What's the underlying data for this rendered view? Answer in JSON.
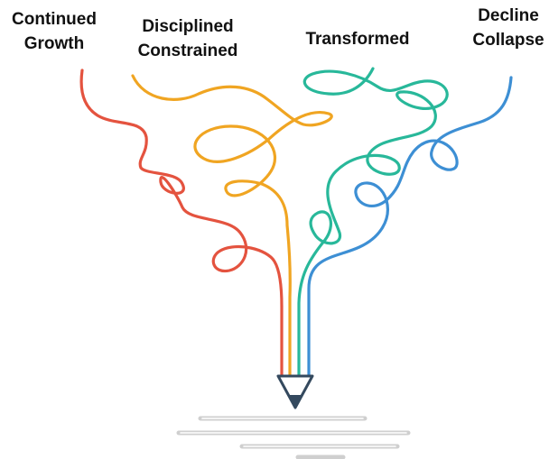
{
  "labels": {
    "continued_growth": [
      "Continued",
      "Growth"
    ],
    "disciplined_constrained": [
      "Disciplined",
      "Constrained"
    ],
    "transformed": [
      "Transformed"
    ],
    "decline_collapse": [
      "Decline",
      "Collapse"
    ]
  },
  "colors": {
    "continued_growth": "#e4533f",
    "disciplined_constrained": "#f0a522",
    "transformed": "#28b89a",
    "decline_collapse": "#3d8fd4",
    "pencil_tip": "#34495e",
    "writing_lines": "#cfcfcf"
  }
}
